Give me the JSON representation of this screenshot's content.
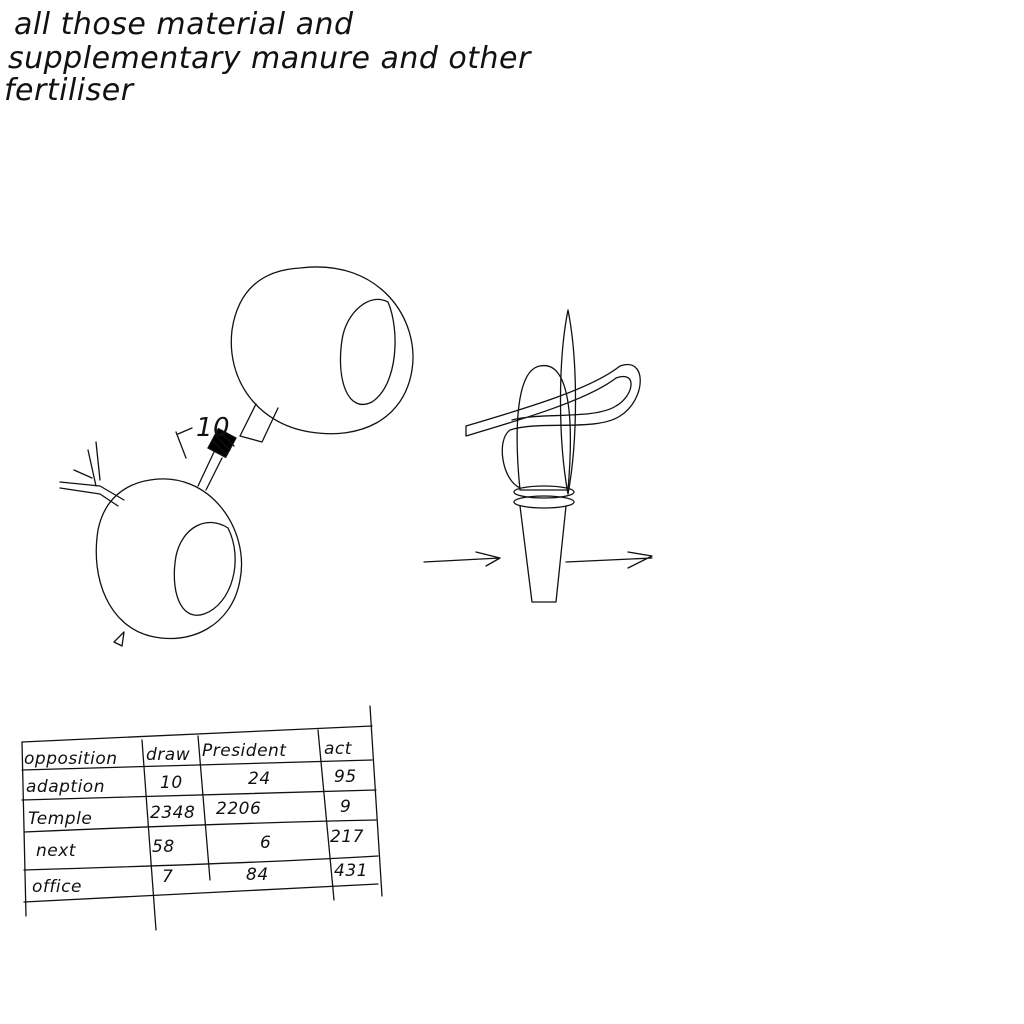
{
  "colors": {
    "ink": "#111111",
    "background": "#ffffff"
  },
  "note": {
    "lines": [
      "all those material and",
      "supplementary manure and other",
      "fertiliser"
    ]
  },
  "drawing_1": {
    "label": "10"
  },
  "table": {
    "headers": [
      "opposition",
      "draw",
      "President",
      "act"
    ],
    "rows": [
      [
        "adaption",
        "10",
        "24",
        "95"
      ],
      [
        "Temple",
        "2348",
        "2206",
        "9"
      ],
      [
        "next",
        "58",
        "6",
        "217"
      ],
      [
        "office",
        "7",
        "84",
        "431"
      ]
    ]
  }
}
